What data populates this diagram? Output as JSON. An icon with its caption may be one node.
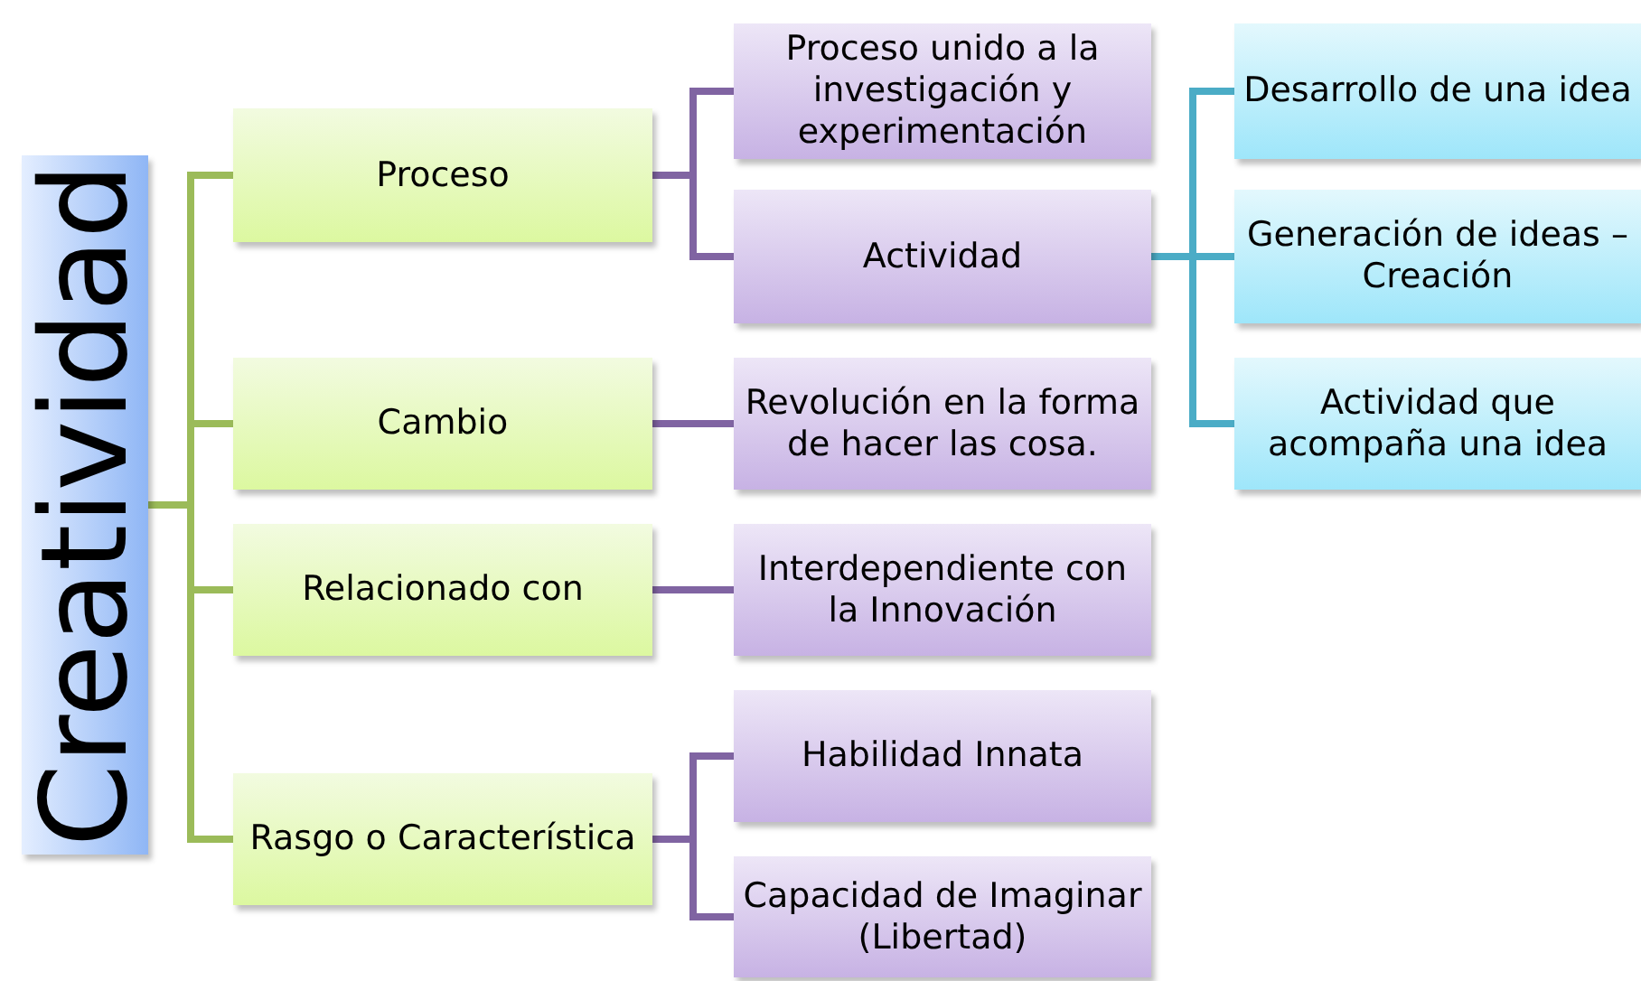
{
  "diagram": {
    "nodes": [
      {
        "text": [
          "Creatividad"
        ]
      },
      {
        "text": [
          "Proceso"
        ]
      },
      {
        "text": [
          "Proceso unido a la investigación y experimentación"
        ]
      },
      {
        "text": [
          "Actividad"
        ]
      },
      {
        "text": [
          "Desarrollo de una idea"
        ]
      },
      {
        "text": [
          "Generación de ideas – Creación"
        ]
      },
      {
        "text": [
          "Actividad que acompaña una idea"
        ]
      },
      {
        "text": [
          "Cambio"
        ]
      },
      {
        "text": [
          "Revolución en la forma de hacer las cosa."
        ]
      },
      {
        "text": [
          "Relacionado con"
        ]
      },
      {
        "text": [
          "Interdependiente con la Innovación"
        ]
      },
      {
        "text": [
          "Rasgo o Característica"
        ]
      },
      {
        "text": [
          "Habilidad Innata"
        ]
      },
      {
        "text": [
          "Capacidad de Imaginar (Libertad)"
        ]
      }
    ],
    "edges": [
      {
        "from": 0,
        "to": 1,
        "arrow": "none",
        "color": "#9bbb59"
      },
      {
        "from": 0,
        "to": 7,
        "arrow": "none",
        "color": "#9bbb59"
      },
      {
        "from": 0,
        "to": 9,
        "arrow": "none",
        "color": "#9bbb59"
      },
      {
        "from": 0,
        "to": 11,
        "arrow": "none",
        "color": "#9bbb59"
      },
      {
        "from": 1,
        "to": 2,
        "arrow": "none"
      },
      {
        "from": 1,
        "to": 3,
        "arrow": "none"
      },
      {
        "from": 3,
        "to": 4,
        "arrow": "none",
        "color": "#4bacc6"
      },
      {
        "from": 3,
        "to": 5,
        "arrow": "none",
        "color": "#4bacc6"
      },
      {
        "from": 3,
        "to": 6,
        "arrow": "none",
        "color": "#4bacc6"
      },
      {
        "from": 7,
        "to": 8,
        "arrow": "none"
      },
      {
        "from": 9,
        "to": 10,
        "arrow": "none"
      },
      {
        "from": 11,
        "to": 12,
        "arrow": "none"
      },
      {
        "from": 11,
        "to": 13,
        "arrow": "none"
      }
    ]
  }
}
